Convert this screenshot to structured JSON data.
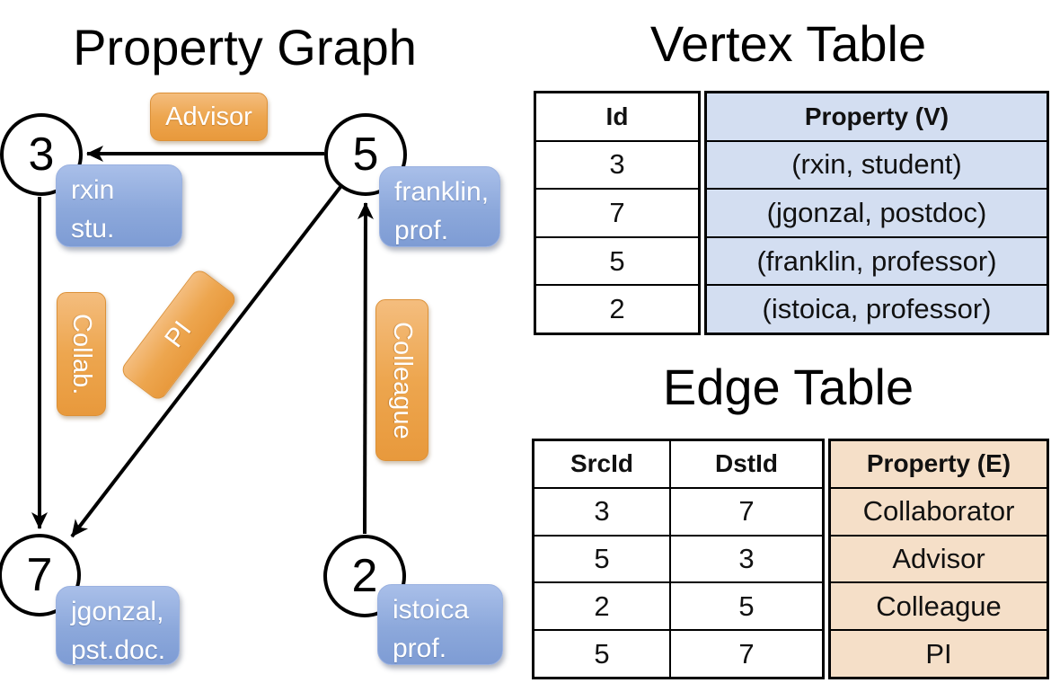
{
  "colors": {
    "accent_orange": "#EDA64F",
    "accent_blue": "#8CA8DB",
    "vertex_cell_bg": "#D3DEF1",
    "edge_cell_bg": "#F5DFC8",
    "line_color": "#000000"
  },
  "titles": {
    "graph": "Property Graph",
    "vertex_table": "Vertex Table",
    "edge_table": "Edge Table"
  },
  "graph": {
    "nodes": [
      {
        "id": "3",
        "prop1": "rxin",
        "prop2": "stu."
      },
      {
        "id": "5",
        "prop1": "franklin,",
        "prop2": "prof."
      },
      {
        "id": "7",
        "prop1": "jgonzal,",
        "prop2": "pst.doc."
      },
      {
        "id": "2",
        "prop1": "istoica",
        "prop2": "prof."
      }
    ],
    "edge_labels": {
      "advisor": "Advisor",
      "collab": "Collab.",
      "pi": "PI",
      "colleague": "Colleague"
    }
  },
  "vertex_table": {
    "headers": {
      "id": "Id",
      "property": "Property (V)"
    },
    "rows": [
      {
        "id": "3",
        "property": "(rxin, student)"
      },
      {
        "id": "7",
        "property": "(jgonzal, postdoc)"
      },
      {
        "id": "5",
        "property": "(franklin, professor)"
      },
      {
        "id": "2",
        "property": "(istoica, professor)"
      }
    ]
  },
  "edge_table": {
    "headers": {
      "src": "SrcId",
      "dst": "DstId",
      "property": "Property (E)"
    },
    "rows": [
      {
        "src": "3",
        "dst": "7",
        "property": "Collaborator"
      },
      {
        "src": "5",
        "dst": "3",
        "property": "Advisor"
      },
      {
        "src": "2",
        "dst": "5",
        "property": "Colleague"
      },
      {
        "src": "5",
        "dst": "7",
        "property": "PI"
      }
    ]
  }
}
